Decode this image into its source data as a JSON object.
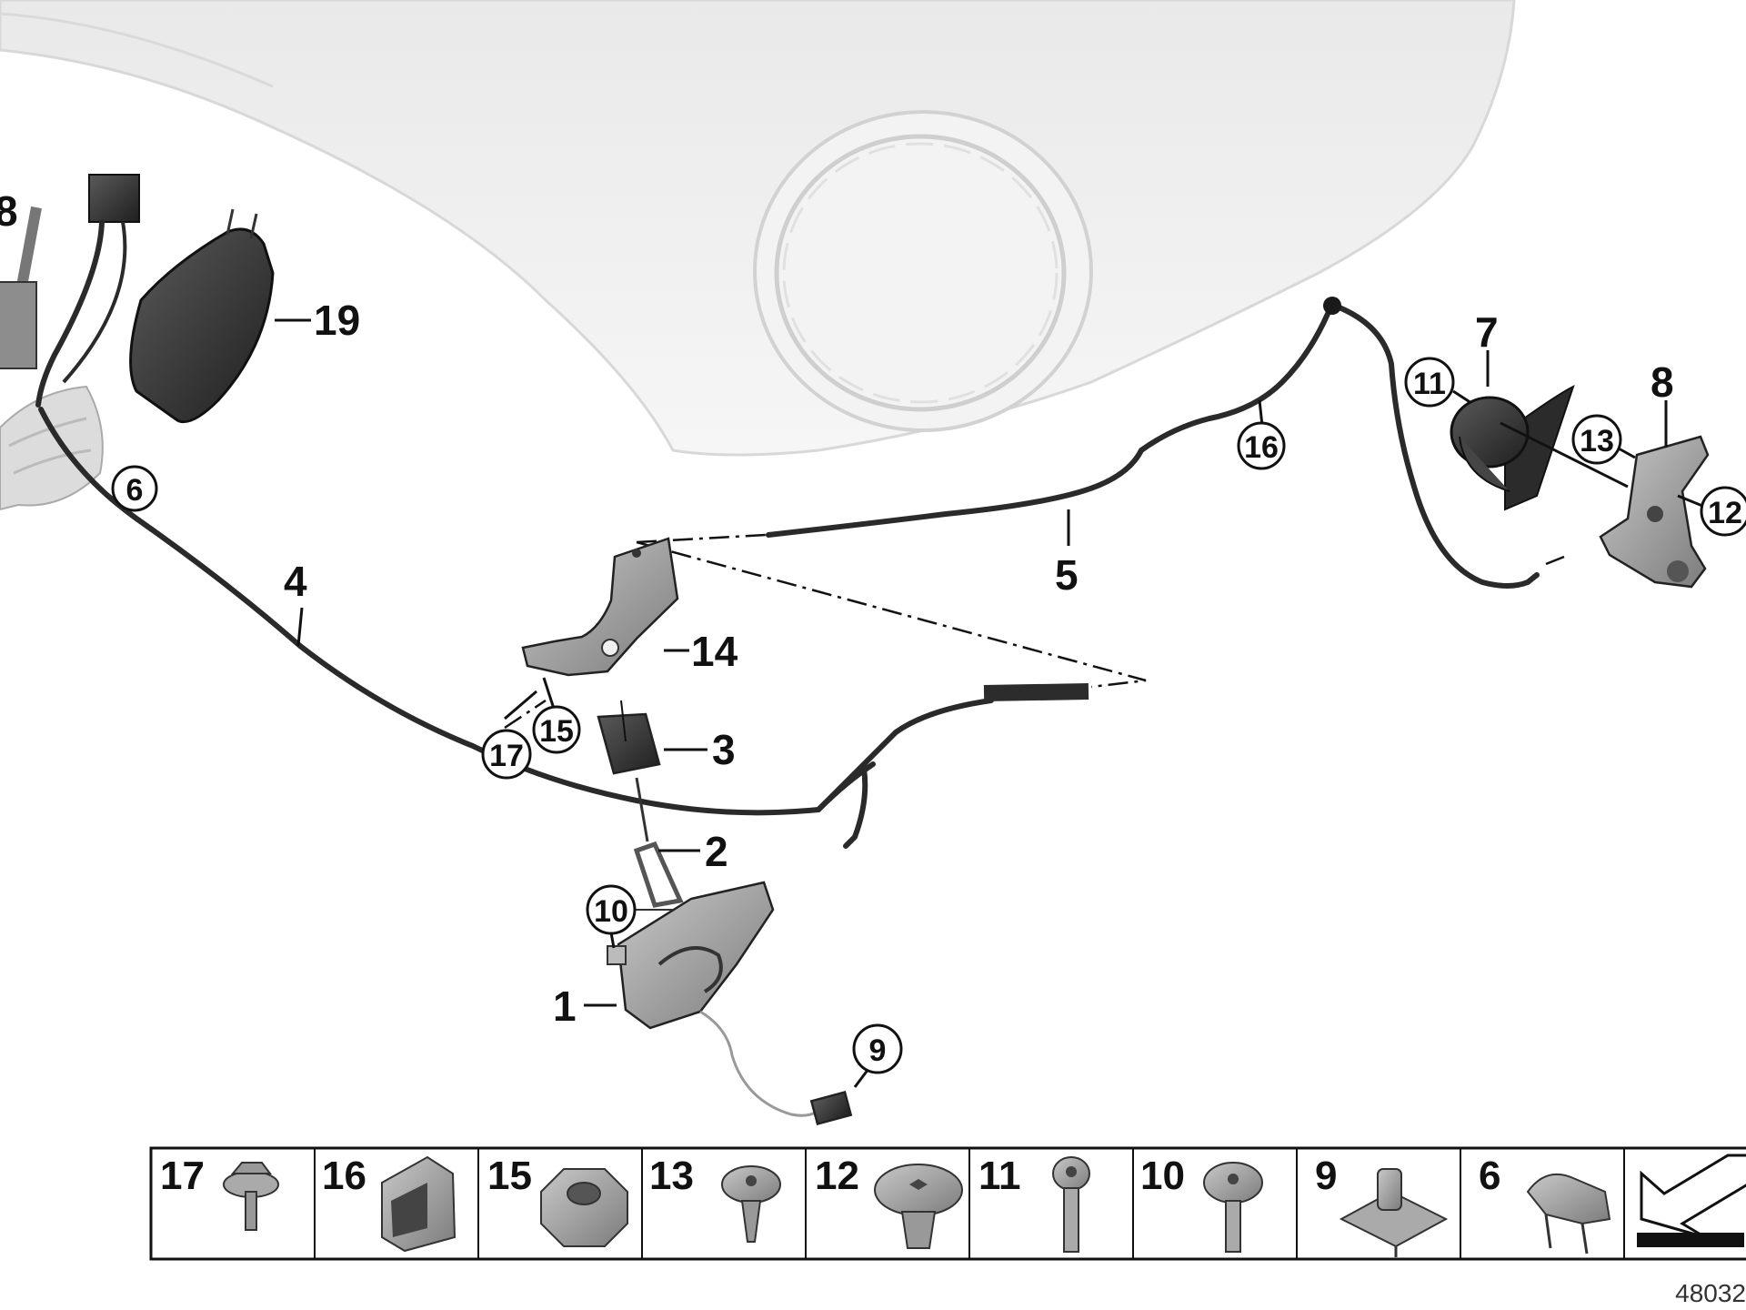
{
  "callouts": {
    "c1": "1",
    "c2": "2",
    "c3": "3",
    "c4": "4",
    "c5": "5",
    "c6": "6",
    "c7": "7",
    "c8": "8",
    "c9": "9",
    "c10": "10",
    "c11": "11",
    "c12": "12",
    "c13": "13",
    "c14": "14",
    "c15": "15",
    "c16": "16",
    "c17": "17",
    "c18_partial": "8",
    "c19": "19"
  },
  "legend_strip": [
    {
      "label": "17",
      "icon": "hex-flange-bolt-icon"
    },
    {
      "label": "16",
      "icon": "spring-clip-icon"
    },
    {
      "label": "15",
      "icon": "hex-nut-icon"
    },
    {
      "label": "13",
      "icon": "torx-washer-screw-icon"
    },
    {
      "label": "12",
      "icon": "expanding-rivet-icon"
    },
    {
      "label": "11",
      "icon": "torx-bolt-icon"
    },
    {
      "label": "10",
      "icon": "torx-collar-screw-icon"
    },
    {
      "label": "9",
      "icon": "cable-clip-icon"
    },
    {
      "label": "6",
      "icon": "cable-holder-icon"
    },
    {
      "label": "",
      "icon": "forward-arrow-icon"
    }
  ],
  "document_number": "48032",
  "colors": {
    "hood_fill": "#efefef",
    "part_fill": "#9a9a9a",
    "part_dark": "#3c3c3c",
    "line": "#111111"
  }
}
